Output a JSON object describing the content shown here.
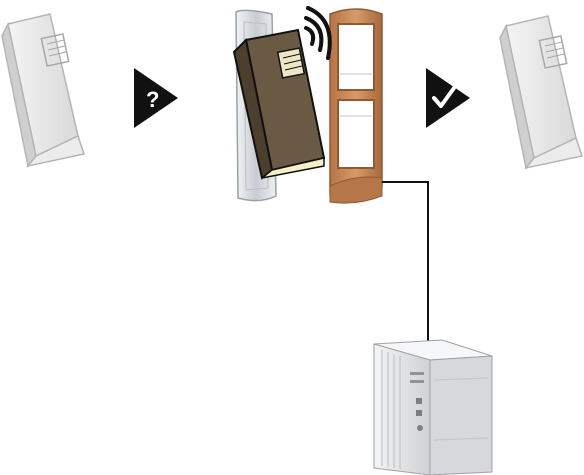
{
  "diagram": {
    "steps": [
      {
        "name": "untagged-book",
        "state": "unknown"
      },
      {
        "name": "question-arrow",
        "symbol": "?"
      },
      {
        "name": "rfid-gate-scan",
        "state": "reading"
      },
      {
        "name": "check-arrow",
        "symbol": "✔"
      },
      {
        "name": "verified-book",
        "state": "verified"
      }
    ],
    "connection": {
      "from": "rfid-gate",
      "to": "server"
    }
  },
  "colors": {
    "ghost_book_fill": "#e6e6e6",
    "ghost_book_stroke": "#b5b5b5",
    "dark_book_fill": "#6a5a44",
    "dark_book_spine": "#4d3f2e",
    "gate_metal": "#d9dde2",
    "gate_wood": "#c9895a",
    "gate_wood_dark": "#8e5a33",
    "arrow": "#111111",
    "wire": "#111111",
    "server_body": "#e9eaec",
    "server_shade": "#c9cbcf"
  },
  "icons": {
    "left_book": "book-icon",
    "center_book": "book-icon",
    "right_book": "book-icon",
    "signal": "wireless-signal-icon",
    "gate": "rfid-gate-icon",
    "server": "server-tower-icon"
  }
}
